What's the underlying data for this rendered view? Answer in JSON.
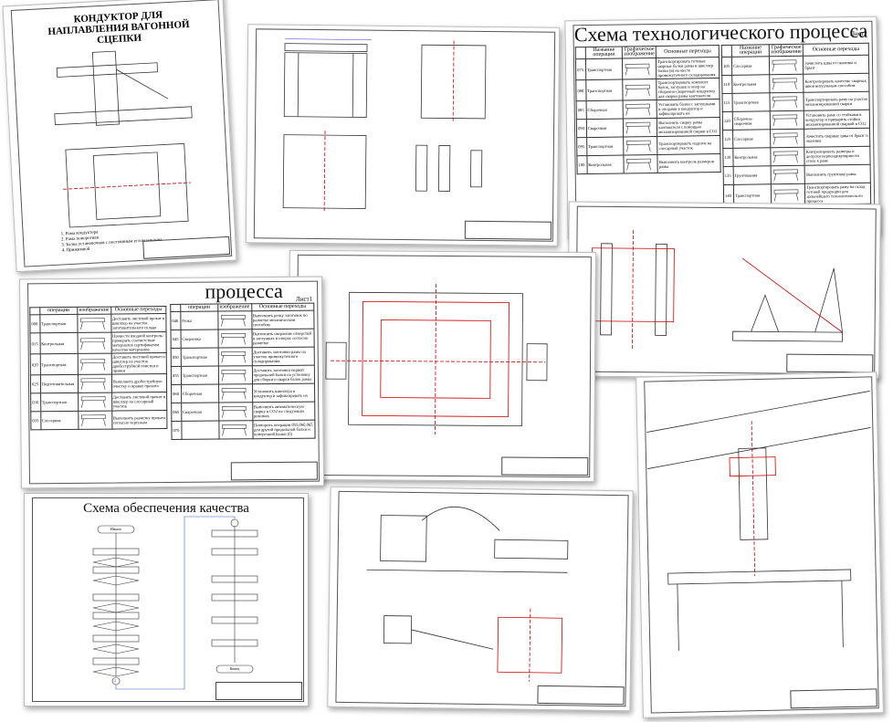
{
  "jig_sheet": {
    "title": "КОНДУКТОР ДЛЯ НАПЛАВЛЕНИЯ ВАГОННОЙ СЦЕПКИ",
    "legend": [
      "1. Рама кондуктора",
      "2. Рама поворотная",
      "3. Балка установочная с постоянным углом наклона",
      "4. Прижимной"
    ]
  },
  "tech2": {
    "title": "Схема технологического процесса",
    "sheet": "Лист2",
    "headers": [
      "Название операции",
      "Графическое изображение",
      "Основные переходы"
    ],
    "left": [
      [
        "075",
        "Транспортная",
        "Транспортировать готовые шарные балки рамы и швеллер балки (в) на место промежуточного складирования"
      ],
      [
        "080",
        "Транспортная",
        "Транспортировать комплект балок, заглушек и опор на сборочно-сварочный кондуктор для сварки рамы кантователя"
      ],
      [
        "085",
        "Сборочная",
        "Установить балки с заглушками и опорами в кондуктор и зафиксировать их"
      ],
      [
        "090",
        "Сварочная",
        "Выполнить сварку рамы кантователя с помощью механизированной сварки в CO2"
      ],
      [
        "095",
        "Транспортная",
        "Транспортировать изделие на слесарный участок"
      ],
      [
        "100",
        "Контрольная",
        "Выполнить контроль размеров рамы"
      ]
    ],
    "right": [
      [
        "105",
        "Слесарная",
        "Зачистить швы от окалины и брызг"
      ],
      [
        "110",
        "Контрольная",
        "Контролировать качество сварных швов визуальным способом"
      ],
      [
        "115",
        "Транспортная",
        "Транспортировать раму на участок механизированной сварки"
      ],
      [
        "120",
        "Сборочно-сварочная",
        "Установить раму со стойками в кондуктор и приварить стойки механизированной сваркой в CO2"
      ],
      [
        "125",
        "Слесарная",
        "Зачистить сварные швы от брызг и окалины"
      ],
      [
        "130",
        "Контрольная",
        "Контролировать размеры и допуски перпендикулярности стоек к раме"
      ],
      [
        "135",
        "Грунтования",
        "Выполнить грунтовку рамы"
      ],
      [
        "140",
        "Транспортная",
        "Транспортировать раму на склад готовой продукции для дальнейшего технологического процесса"
      ]
    ]
  },
  "tech1": {
    "title": "процесса",
    "sheet": "Лист1",
    "headers": [
      "операции",
      "изображение",
      "Основные переходы"
    ],
    "left": [
      [
        "000",
        "Транспортная",
        "Доставить листовой прокат и швеллер на участок заготовительного склада"
      ],
      [
        "015",
        "Контрольная",
        "Провести входной контроль: проверить соответствие материалов сертификатам качества материалов"
      ],
      [
        "020",
        "Транспортная",
        "Доставить листовой прокат и швеллер на участок дробеструйной очистки и правки"
      ],
      [
        "025",
        "Подготовительная",
        "Выполнить дробеструйную очистку и правку проката"
      ],
      [
        "030",
        "Транспортная",
        "Доставить листовой прокат и швеллер на слесарный участок"
      ],
      [
        "035",
        "Слесарная",
        "Выполнить разметку проката согласно чертежам"
      ]
    ],
    "right": [
      [
        "040",
        "Резка",
        "Выполнить резку заготовок по разметке механическим способом"
      ],
      [
        "045",
        "Сверловка",
        "Выполнить сверление отверстий в заглушках и опорах согласно разметке"
      ],
      [
        "050",
        "Транспортная",
        "Доставить заготовки рамы на участок промежуточного складирования"
      ],
      [
        "055",
        "Транспортная",
        "Доставить заготовки первой продольной балки на установку для сборки и сварки балок рамы"
      ],
      [
        "060",
        "Сборочная",
        "Установить швеллера в кондуктор и зафиксировать их"
      ],
      [
        "065",
        "Сварочная",
        "Выполнить автоматическую сварку в CO2 на следующих режимах"
      ],
      [
        "070",
        "",
        "Повторить операции 055,060,065 для другой продольной балки и поперечной балки (б)"
      ]
    ]
  },
  "quality": {
    "title": "Схема обеспечения качества",
    "start": "Начало",
    "end": "Конец",
    "connector": "1"
  }
}
